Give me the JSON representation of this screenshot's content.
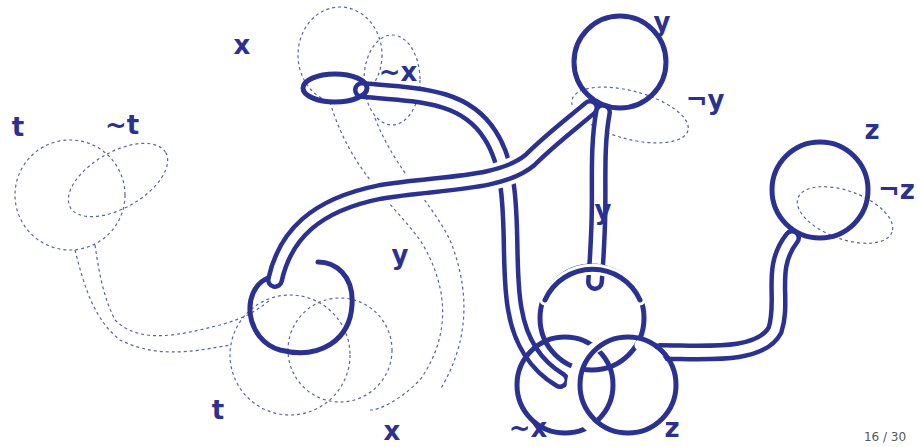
{
  "diagram": {
    "labels": [
      "t",
      "~t",
      "x",
      "~x",
      "y",
      "¬y",
      "z",
      "¬z",
      "y",
      "y",
      "t",
      "x",
      "~x",
      "z",
      "16 / 30"
    ]
  }
}
